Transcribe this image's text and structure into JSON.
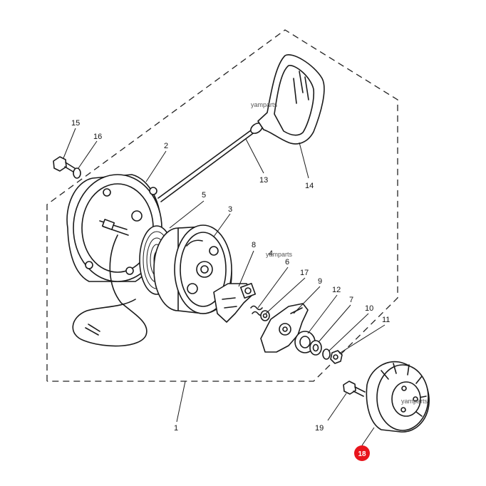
{
  "diagram": {
    "labels": [
      "1",
      "2",
      "3",
      "4",
      "5",
      "6",
      "7",
      "8",
      "9",
      "10",
      "11",
      "12",
      "13",
      "14",
      "15",
      "16",
      "17",
      "19"
    ],
    "highlight": {
      "label": "18",
      "color": "#e8141c"
    },
    "watermarks": [
      "yamparts",
      "yamparts",
      "yamparts"
    ]
  }
}
